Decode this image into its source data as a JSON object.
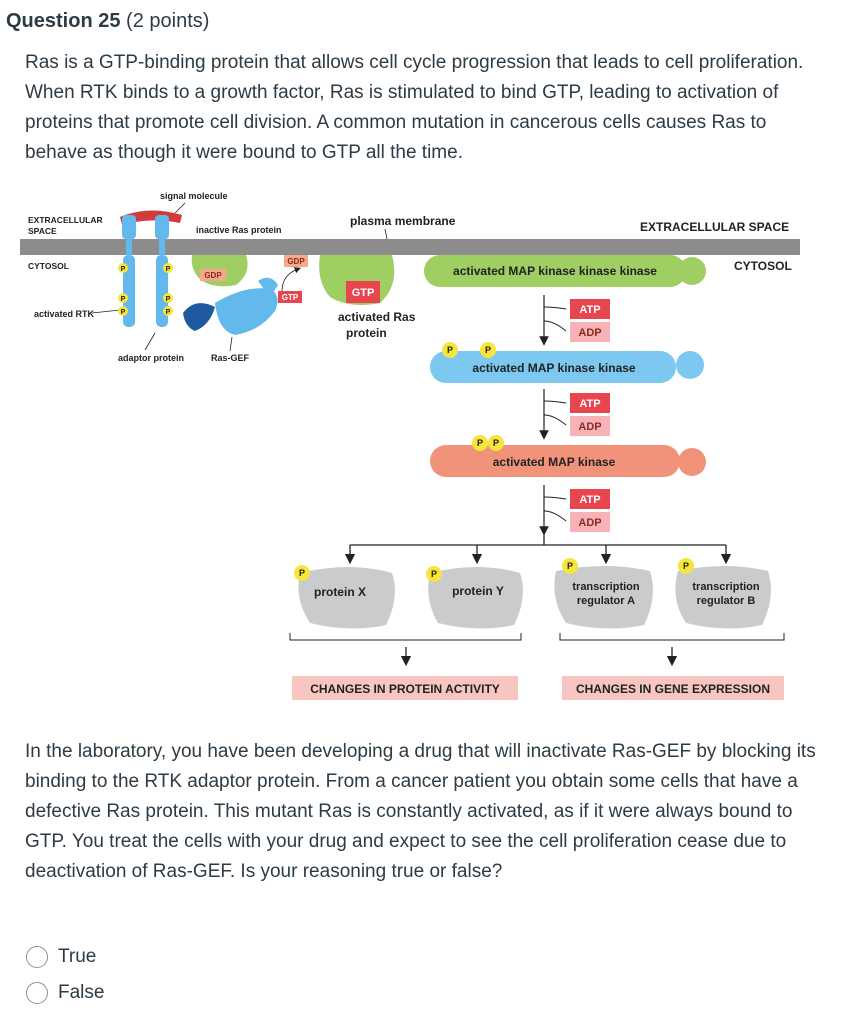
{
  "question": {
    "title": "Question 25",
    "points": "(2 points)",
    "intro": "Ras is a GTP-binding protein that allows cell cycle progression that leads to cell proliferation. When RTK binds to a growth factor, Ras is stimulated to bind GTP, leading to activation of proteins that promote cell division. A common mutation in cancerous cells causes Ras to behave as though it were bound to GTP all the time.",
    "followup": "In the laboratory, you have been developing a drug that will inactivate Ras-GEF by blocking its binding to the RTK adaptor protein. From a cancer patient you obtain some cells that have a defective Ras protein. This mutant Ras is constantly activated, as if it were always bound to GTP. You treat the cells with your drug and expect to see the cell proliferation cease due to deactivation of Ras-GEF. Is your reasoning true or false?",
    "options": [
      "True",
      "False"
    ]
  },
  "diagram": {
    "signal_molecule": "signal molecule",
    "extracellular_left": [
      "EXTRACELLULAR",
      "SPACE"
    ],
    "inactive_ras": "inactive Ras protein",
    "plasma_membrane": "plasma membrane",
    "extracellular_right": "EXTRACELLULAR SPACE",
    "cytosol_left": "CYTOSOL",
    "cytosol_right": "CYTOSOL",
    "activated_rtk": "activated RTK",
    "adaptor_protein": "adaptor protein",
    "ras_gef": "Ras-GEF",
    "gdp": "GDP",
    "gtp": "GTP",
    "p": "P",
    "atp": "ATP",
    "adp": "ADP",
    "activated_ras": [
      "activated Ras",
      "protein"
    ],
    "mapkkk": "activated MAP kinase kinase kinase",
    "mapkk": "activated MAP kinase kinase",
    "mapk": "activated MAP kinase",
    "protein_x": "protein X",
    "protein_y": "protein Y",
    "tr_a": [
      "transcription",
      "regulator A"
    ],
    "tr_b": [
      "transcription",
      "regulator B"
    ],
    "changes_protein": "CHANGES IN PROTEIN ACTIVITY",
    "changes_gene": "CHANGES IN GENE EXPRESSION"
  },
  "colors": {
    "membrane": "#8c8c8c",
    "green": "#9fce63",
    "blue": "#7cc8f0",
    "salmon": "#f0937a",
    "rtk": "#63b8ec",
    "adaptor": "#1f5a9e",
    "signal": "#d13b3b",
    "phosphate": "#f7e43c",
    "atp_box": "#e8464e",
    "adp_box": "#f6b2b7",
    "gray_protein": "#c9cbcc",
    "changes_box": "#f7c6c0"
  }
}
